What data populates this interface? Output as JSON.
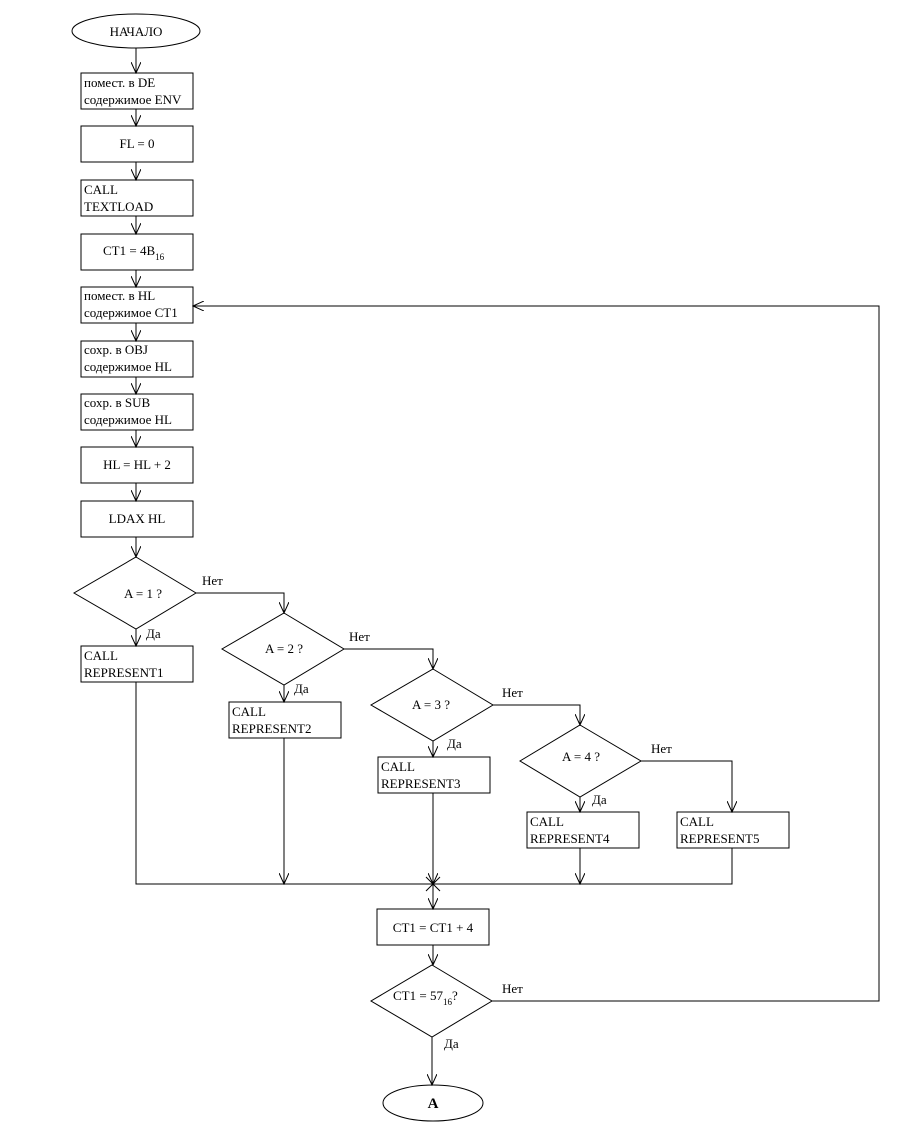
{
  "flowchart": {
    "start": "НАЧАЛО",
    "end": "A",
    "steps": {
      "load_de": [
        "помест. в DE",
        "содержимое ENV"
      ],
      "fl_zero": "FL = 0",
      "call_textload": [
        "CALL",
        "TEXTLOAD"
      ],
      "ct1_init": {
        "text": "CT1 = 4B",
        "subscript": "16"
      },
      "load_hl": [
        "помест. в HL",
        "содержимое CT1"
      ],
      "save_obj": [
        "сохр. в OBJ",
        "содержимое HL"
      ],
      "save_sub": [
        "сохр. в SUB",
        "содержимое HL"
      ],
      "hl_plus2": "HL = HL + 2",
      "ldax": "LDAX HL",
      "ct1_plus4": "CT1 = CT1 + 4"
    },
    "decisions": {
      "a1": "A = 1 ?",
      "a2": "A = 2 ?",
      "a3": "A = 3 ?",
      "a4": "A = 4 ?",
      "ct1_check": {
        "text": "CT1 = 57",
        "subscript": "16",
        "suffix": "?"
      }
    },
    "calls": {
      "r1": [
        "CALL",
        "REPRESENT1"
      ],
      "r2": [
        "CALL",
        "REPRESENT2"
      ],
      "r3": [
        "CALL",
        "REPRESENT3"
      ],
      "r4": [
        "CALL",
        "REPRESENT4"
      ],
      "r5": [
        "CALL",
        "REPRESENT5"
      ]
    },
    "labels": {
      "yes": "Да",
      "no": "Нет"
    }
  }
}
